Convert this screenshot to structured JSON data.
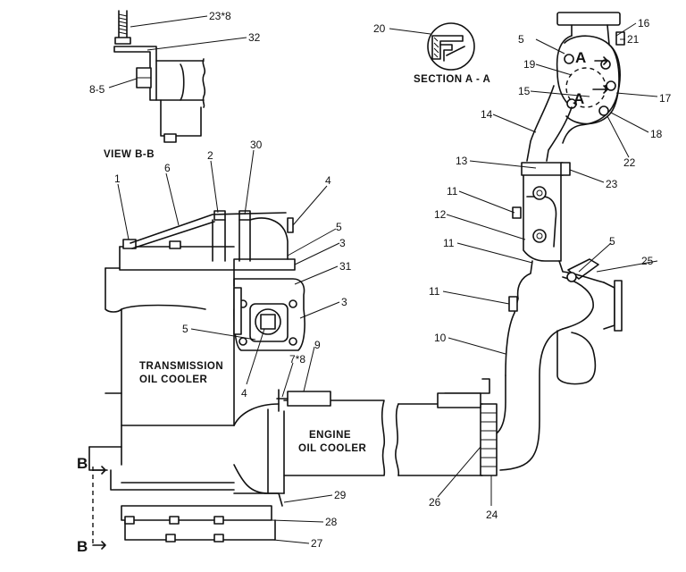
{
  "view_title": "VIEW B-B",
  "section_title": "SECTION A - A",
  "section_marks": [
    "A",
    "A"
  ],
  "view_marks": [
    "B",
    "B"
  ],
  "components": {
    "transmission_oil_cooler": [
      "TRANSMISSION",
      "OIL COOLER"
    ],
    "engine_oil_cooler": [
      "ENGINE",
      "OIL COOLER"
    ]
  },
  "callouts": [
    "23*8",
    "32",
    "8-5",
    "20",
    "5",
    "16",
    "21",
    "19",
    "15",
    "17",
    "14",
    "18",
    "22",
    "30",
    "2",
    "6",
    "1",
    "4",
    "5",
    "3",
    "31",
    "3",
    "5",
    "13",
    "23",
    "11",
    "12",
    "11",
    "5",
    "25",
    "11",
    "10",
    "9",
    "7*8",
    "4",
    "26",
    "24",
    "29",
    "28",
    "27"
  ]
}
